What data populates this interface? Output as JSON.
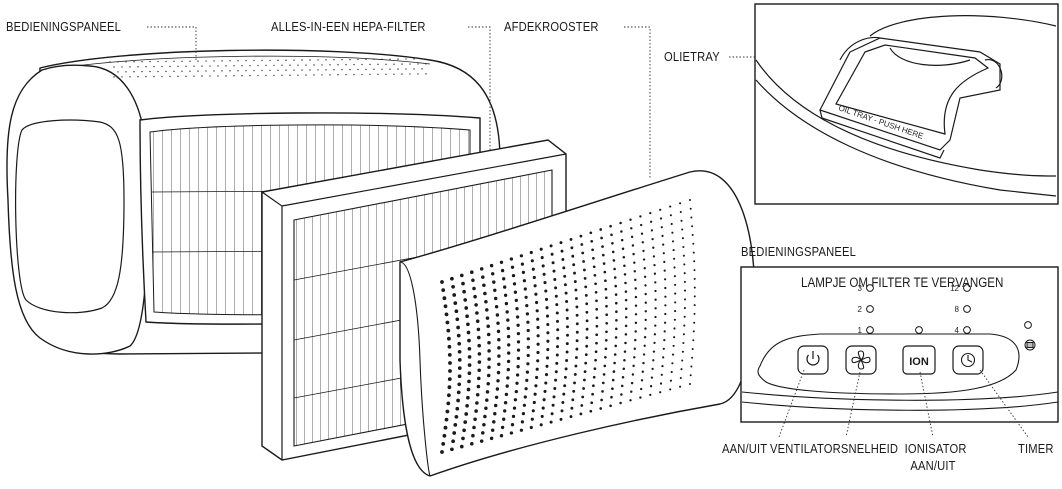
{
  "labels": {
    "control_panel_top": "BEDIENINGSPANEEL",
    "hepa_filter": "ALLES-IN-EEN HEPA-FILTER",
    "cover_grille": "AFDEKROOSTER",
    "oil_tray": "OLIETRAY",
    "oil_tray_print": "OIL TRAY - PUSH HERE",
    "control_panel_inset": "BEDIENINGSPANEEL",
    "filter_lamp": "LAMPJE OM FILTER TE VERVANGEN"
  },
  "panel": {
    "speed_levels": [
      "3",
      "2",
      "1"
    ],
    "timer_levels": [
      "12",
      "8",
      "4"
    ],
    "ion_button": "ION"
  },
  "callouts": {
    "power": "AAN/UIT",
    "fan_speed": "VENTILATORSNELHEID",
    "ionizer_line1": "IONISATOR",
    "ionizer_line2": "AAN/UIT",
    "timer": "TIMER"
  },
  "icons": {
    "power": "power-icon",
    "fan": "fan-icon",
    "timer": "clock-icon",
    "filter": "filter-indicator-icon"
  }
}
